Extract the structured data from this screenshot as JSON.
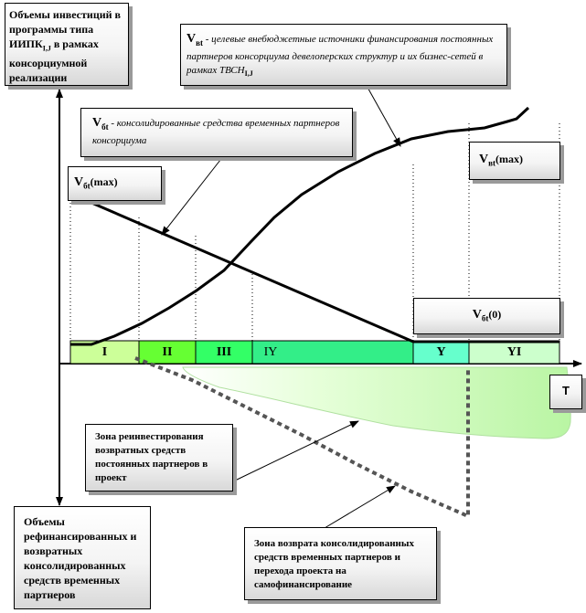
{
  "y_axis_top_label": "Объемы  инвестиций в  программы  типа ИИПК",
  "y_axis_top_sub": "I,J",
  "y_axis_top_label_tail": "в рамках консорциумной реализации",
  "y_axis_bottom_label": "Объемы рефинансированных и возвратных консолидированных средств временных партнеров",
  "x_axis_label": "T",
  "vbt_def": {
    "sym": "V",
    "sub": "бt",
    "text": "- консолидированные средства временных партнеров консорциума"
  },
  "vbt2_def": {
    "sym": "V",
    "sub": "вt",
    "text": "- целевые  внебюджетные  источники финансирования постоянных партнеров консорциума девелоперских структур и их  бизнес-сетей в рамках ТВСН",
    "tail_sub": "I,J"
  },
  "vbt_max": {
    "sym": "V",
    "sub": "бt",
    "tail": "(max)"
  },
  "vvt_max": {
    "sym": "V",
    "sub": "вt",
    "tail": "(max)"
  },
  "vbt_zero": {
    "sym": "V",
    "sub": "бt",
    "tail": "(0)"
  },
  "phases": [
    "I",
    "II",
    "III",
    "IY",
    "Y",
    "YI"
  ],
  "phase_colors": [
    "#ccff99",
    "#66ff33",
    "#33ff66",
    "#33ee88",
    "#66ffcc",
    "#ccffcc"
  ],
  "zone_reinvest": "Зона реинвестирования возвратных средств постоянных партнеров в проект",
  "zone_return": "Зона возврата консолидированных средств временных партнеров  и перехода проекта  на самофинансирование",
  "colors": {
    "zone_fill": "#ccffbb",
    "curve": "#000000",
    "dash": "#555555"
  }
}
